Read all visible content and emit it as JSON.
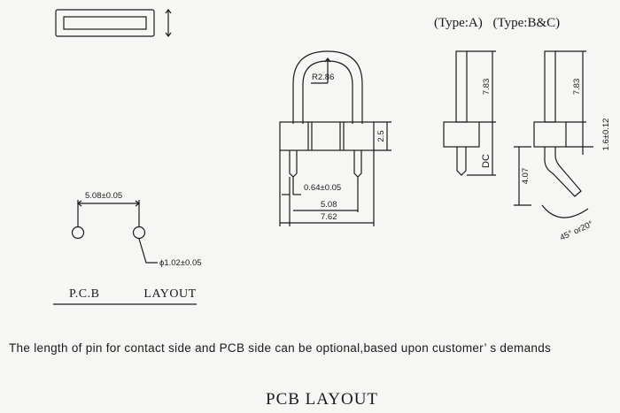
{
  "type_labels": {
    "a": "(Type:A)",
    "bc": "(Type:B&C)"
  },
  "dims": {
    "r": "R2.86",
    "h25": "2.5",
    "d064": "0.64±0.05",
    "d508b": "5.08",
    "d762": "7.62",
    "d783a": "7.83",
    "dc": "DC",
    "d783b": "7.83",
    "d16": "1.6±0.12",
    "d407": "4.07",
    "angle": "45° or20°",
    "pitch": "5.08±0.05",
    "hole": "ϕ1.02±0.05"
  },
  "pcb_layout_label": {
    "left": "P.C.B",
    "right": "LAYOUT"
  },
  "note": "The length of pin for contact side and PCB side can be optional,based upon customer’ s demands",
  "bottom_title": "PCB LAYOUT"
}
